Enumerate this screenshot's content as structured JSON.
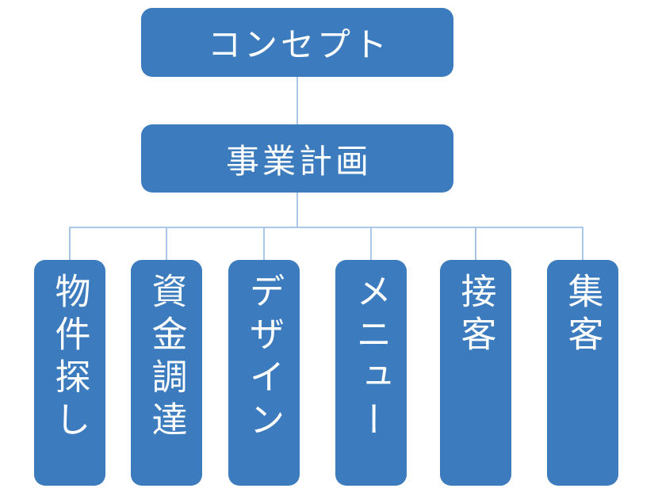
{
  "diagram": {
    "type": "org-chart",
    "colors": {
      "background": "#FFFFFF",
      "box_fill": "#3C7CBE",
      "box_text": "#FFFFFF",
      "connector": "#A9C7E7"
    },
    "root": {
      "label": "コンセプト"
    },
    "level2": {
      "label": "事業計画"
    },
    "children": [
      {
        "label": "物件探し"
      },
      {
        "label": "資金調達"
      },
      {
        "label": "デザイン"
      },
      {
        "label": "メニュー"
      },
      {
        "label": "接客"
      },
      {
        "label": "集客"
      }
    ]
  }
}
